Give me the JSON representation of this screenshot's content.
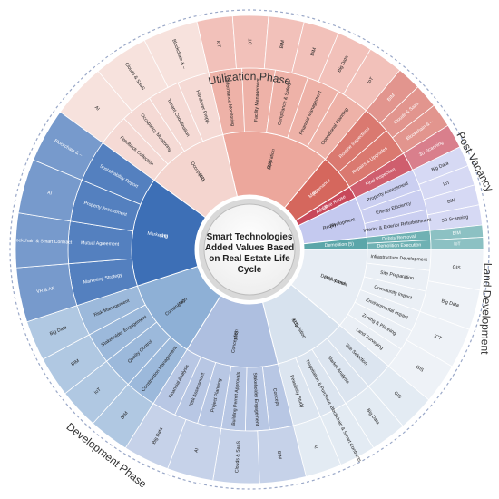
{
  "title": [
    "Smart Technologies",
    "Added Values Based",
    "on Real Estate Life",
    "Cycle"
  ],
  "phases": [
    {
      "id": "utilization",
      "label": "Utilization Phase"
    },
    {
      "id": "post-vacancy",
      "label": "Post Vacancy"
    },
    {
      "id": "land-development",
      "label": "Land Development"
    },
    {
      "id": "development",
      "label": "Development Phase"
    }
  ],
  "stages": [
    {
      "id": "occupancy",
      "label": [
        "Occupancy",
        "(11)"
      ],
      "color": "#f4d5cf",
      "dark": false,
      "values": [
        "Feedback Collection",
        "Occupancy Monitoring",
        "Tenant Coordination",
        "Handover Prepp."
      ],
      "techs": [
        "AI",
        "Clouds & SaaS",
        "Blockchain & –"
      ]
    },
    {
      "id": "operation",
      "label": [
        "Operation",
        "(20)"
      ],
      "color": "#eca79c",
      "dark": false,
      "values": [
        "Performance Monitoring",
        "Facility Management",
        "Compliance & Safety",
        "Financial Management",
        "Operational Planning"
      ],
      "techs": [
        "IoT",
        "DT",
        "BIM",
        "BIM",
        "Big Data",
        "IoT"
      ]
    },
    {
      "id": "maintenance",
      "label": [
        "Maintenance",
        "(6)"
      ],
      "color": "#d5675d",
      "dark": true,
      "values": [
        "Routine Inspections",
        "Repairs & Upgrades"
      ],
      "techs": [
        "BIM",
        "Clouds & Saas",
        "Blockchain & –"
      ]
    },
    {
      "id": "adaptive-reuse",
      "label": [
        "Adaptive Reuse",
        "(3)"
      ],
      "color": "#c8485a",
      "dark": true,
      "values": [
        "Final Inspection"
      ],
      "techs": [
        "3D Scanning"
      ]
    },
    {
      "id": "redevelopment",
      "label": [
        "Redevelopment",
        "(8)"
      ],
      "color": "#c4c9ef",
      "dark": false,
      "values": [
        "Property Assessment",
        "Energy Efficiency",
        "Interior & Exterior Refurbishment"
      ],
      "techs": [
        "Big Data",
        "IoT",
        "BIM",
        "3D Scanning"
      ]
    },
    {
      "id": "demolition",
      "label": [
        "Demolition (5)"
      ],
      "color": "#5ba6a9",
      "dark": true,
      "values": [
        "Debris Removal",
        "Demolition Execution"
      ],
      "techs": [
        "BIM",
        "IoT"
      ]
    },
    {
      "id": "land-development",
      "label": [
        "Land",
        "Development",
        "(11)"
      ],
      "color": "#e7edf4",
      "dark": false,
      "values": [
        "Infrastructure Development",
        "Site Preparation",
        "Community Impact",
        "Environmental Impact",
        "Zoning & Planning",
        "Land Surveying"
      ],
      "techs": [
        "GIS",
        "Big Data",
        "ICT",
        "GIS"
      ]
    },
    {
      "id": "acquisition",
      "label": [
        "Acquisition",
        "(11)"
      ],
      "color": "#d7e2ee",
      "dark": false,
      "values": [
        "Site Selection",
        "Market Analysis",
        "Negotiation & Purchase",
        "Feasibility Study"
      ],
      "techs": [
        "GIS",
        "Big Data",
        "Blockchain & Smart Contracts",
        "AI"
      ]
    },
    {
      "id": "conception",
      "label": [
        "Conception",
        "(18)"
      ],
      "color": "#aebfe0",
      "dark": false,
      "values": [
        "Concept",
        "Stakeholder Engagement",
        "Building Permit Approvals",
        "Project Planning",
        "Risk Assessment",
        "Financial Analysis"
      ],
      "techs": [
        "BIM",
        "Clouds & SaaS",
        "AI",
        "Big Data"
      ]
    },
    {
      "id": "construction",
      "label": [
        "Construction",
        "(16)"
      ],
      "color": "#8eb0d6",
      "dark": false,
      "values": [
        "Construction Management",
        "Quality Control",
        "Stakeholder Engagement",
        "Risk Management"
      ],
      "techs": [
        "BIM",
        "IoT",
        "BIM",
        "Big Data"
      ]
    },
    {
      "id": "marketing",
      "label": [
        "Marketing",
        "(16)"
      ],
      "color": "#3d6fb6",
      "dark": true,
      "values": [
        "Marketing Strategy",
        "Mutual Agreement",
        "Property Assessment",
        "Sustainability Report"
      ],
      "techs": [
        "VR & AR",
        "Blockchain & Smart Contract",
        "AI",
        "Blockchain & –"
      ]
    }
  ]
}
